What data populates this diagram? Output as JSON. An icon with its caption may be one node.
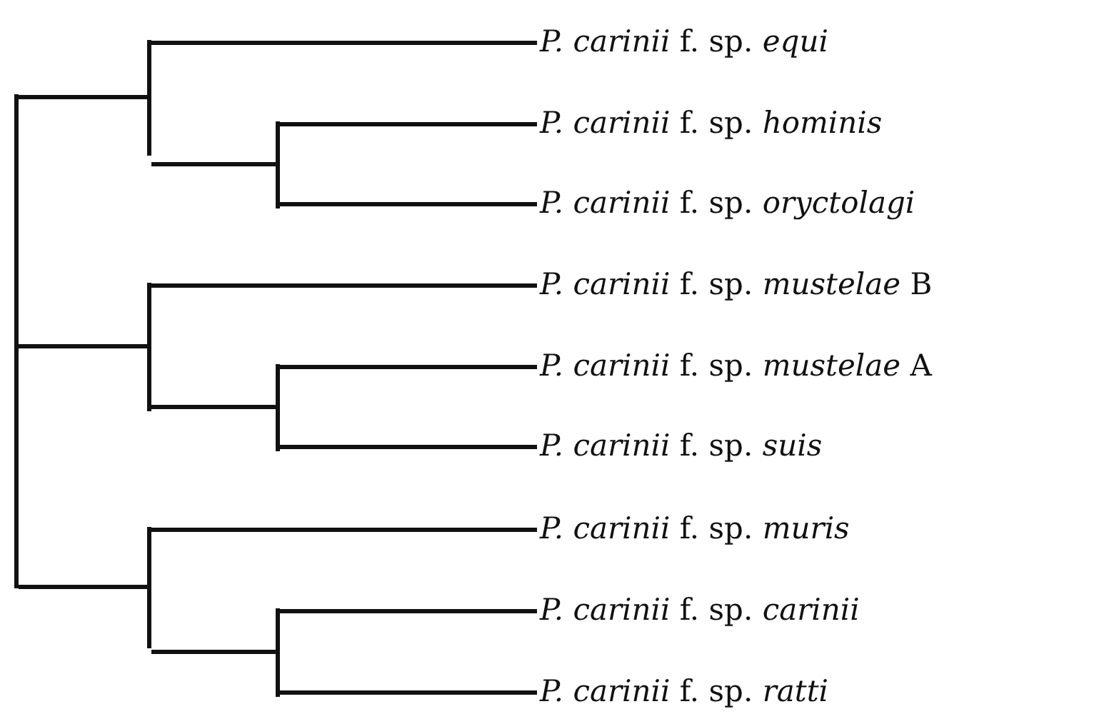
{
  "diagram": {
    "nodes": [
      {
        "text": [],
        "shape": "bar"
      },
      {
        "text": [],
        "shape": "bar"
      },
      {
        "text": [
          "*P. carinii* f. sp. *equi*"
        ]
      },
      {
        "text": [],
        "shape": "bar"
      },
      {
        "text": [
          "*P. carinii* f. sp. *hominis*"
        ]
      },
      {
        "text": [
          "*P. carinii* f. sp. *oryctolagi*"
        ]
      },
      {
        "text": [],
        "shape": "bar"
      },
      {
        "text": [
          "*P. carinii* f. sp. *mustelae* B"
        ]
      },
      {
        "text": [],
        "shape": "bar"
      },
      {
        "text": [
          "*P. carinii* f. sp. *mustelae* A"
        ]
      },
      {
        "text": [
          "*P. carinii* f. sp. *suis*"
        ]
      },
      {
        "text": [],
        "shape": "bar"
      },
      {
        "text": [
          "*P. carinii* f. sp. *muris*"
        ]
      },
      {
        "text": [],
        "shape": "bar"
      },
      {
        "text": [
          "*P. carinii* f. sp. *carinii*"
        ]
      },
      {
        "text": [
          "*P. carinii* f. sp. *ratti*"
        ]
      }
    ],
    "edges": [
      {
        "from": 0,
        "to": 1,
        "arrow": "none"
      },
      {
        "from": 1,
        "to": 2,
        "arrow": "none"
      },
      {
        "from": 1,
        "to": 3,
        "arrow": "none"
      },
      {
        "from": 3,
        "to": 4,
        "arrow": "none"
      },
      {
        "from": 3,
        "to": 5,
        "arrow": "none"
      },
      {
        "from": 0,
        "to": 6,
        "arrow": "none"
      },
      {
        "from": 6,
        "to": 7,
        "arrow": "none"
      },
      {
        "from": 6,
        "to": 8,
        "arrow": "none"
      },
      {
        "from": 8,
        "to": 9,
        "arrow": "none"
      },
      {
        "from": 8,
        "to": 10,
        "arrow": "none"
      },
      {
        "from": 0,
        "to": 11,
        "arrow": "none"
      },
      {
        "from": 11,
        "to": 12,
        "arrow": "none"
      },
      {
        "from": 11,
        "to": 13,
        "arrow": "none"
      },
      {
        "from": 13,
        "to": 14,
        "arrow": "none"
      },
      {
        "from": 13,
        "to": 15,
        "arrow": "none"
      }
    ]
  }
}
